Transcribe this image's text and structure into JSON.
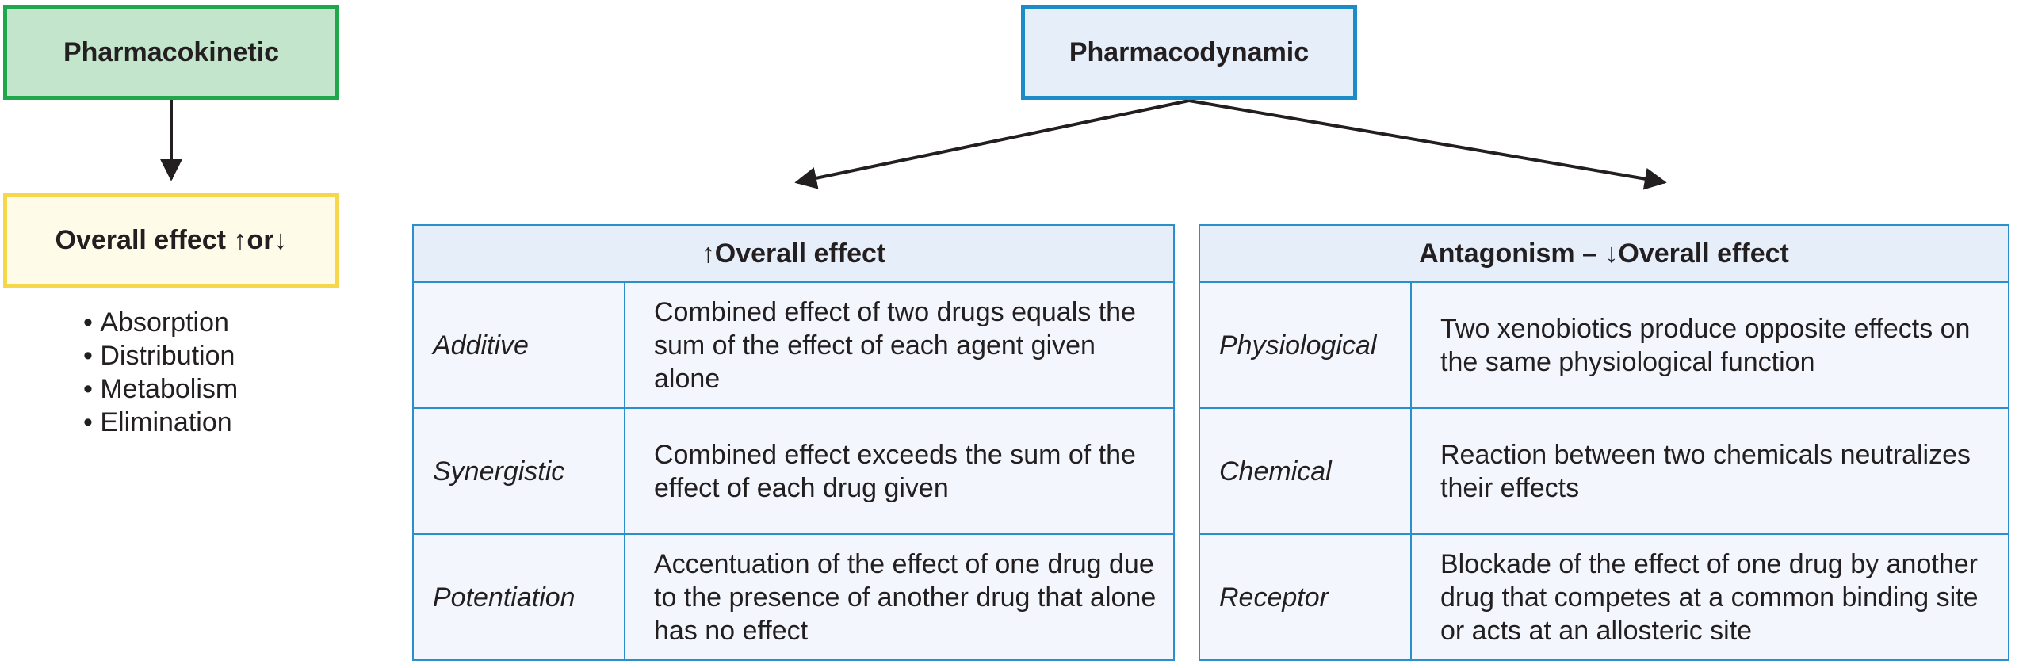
{
  "pharmacokinetic": {
    "title": "Pharmacokinetic",
    "outcome": "Overall effect ↑or↓",
    "processes": [
      "Absorption",
      "Distribution",
      "Metabolism",
      "Elimination"
    ]
  },
  "pharmacodynamic": {
    "title": "Pharmacodynamic",
    "increase_table": {
      "header": "↑Overall effect",
      "rows": [
        {
          "term": "Additive",
          "description": "Combined effect of two drugs equals the sum of the effect of each agent given alone"
        },
        {
          "term": "Synergistic",
          "description": "Combined effect exceeds the sum of the effect of each drug given"
        },
        {
          "term": "Potentiation",
          "description": "Accentuation of the effect of one drug due to the presence of another drug that alone has no effect"
        }
      ]
    },
    "decrease_table": {
      "header": "Antagonism – ↓Overall effect",
      "rows": [
        {
          "term": "Physiological",
          "description": "Two xenobiotics produce opposite effects on the same physiological function"
        },
        {
          "term": "Chemical",
          "description": "Reaction between two chemicals neutralizes their effects"
        },
        {
          "term": "Receptor",
          "description": "Blockade of the effect of one drug by another drug that competes at a common binding site or acts at an allosteric site"
        }
      ]
    }
  },
  "colors": {
    "pharmacokinetic_fill": "#c3e5cc",
    "pharmacokinetic_border": "#1ea84b",
    "outcome_fill": "#fefbe9",
    "outcome_border": "#f6d74a",
    "pharmacodynamic_fill": "#e6eef9",
    "pharmacodynamic_border": "#1b8cc8",
    "table_border": "#2b8fcc",
    "arrow": "#231f20"
  }
}
